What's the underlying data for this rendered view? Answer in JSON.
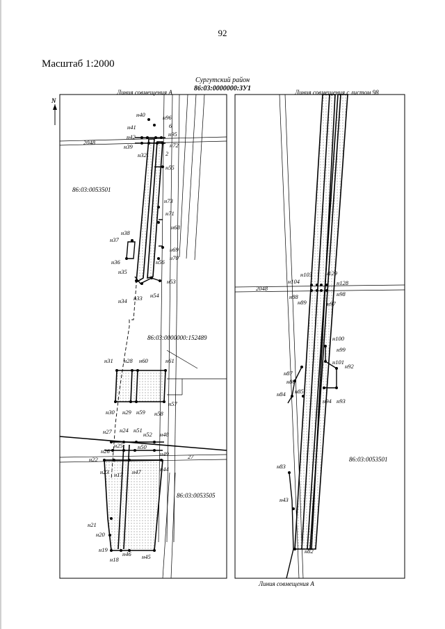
{
  "page_number": "92",
  "scale_label": "Масштаб 1:2000",
  "district": "Сургутский район",
  "plot_number": "86:03:0000000:ЗУ1",
  "left_panel": {
    "top_caption": "Линия совмещения А",
    "parcels": [
      "86:03:0053501",
      "86:03:0000000:152489",
      "86:03:0053505"
    ],
    "north_label": "N",
    "line_labels": [
      "2048",
      "27"
    ],
    "points": [
      "н40",
      "н96",
      "н41",
      "6",
      "н95",
      "н42",
      "н39",
      "н72",
      "н32",
      "2",
      "н55",
      "н73",
      "н71",
      "н38",
      "н68",
      "н37",
      "н69",
      "н36",
      "н56",
      "н70",
      "н35",
      "н53",
      "н34",
      "н33",
      "н54",
      "н31",
      "н28",
      "н60",
      "н61",
      "н30",
      "н29",
      "н59",
      "н58",
      "н57",
      "н27",
      "н24",
      "н51",
      "н52",
      "н48",
      "н25",
      "н26",
      "н50",
      "н49",
      "н22",
      "н23",
      "н17",
      "н47",
      "н44",
      "н21",
      "н20",
      "н19",
      "н18",
      "н46",
      "н45"
    ]
  },
  "right_panel": {
    "top_caption": "Линия совмещения с листом 98",
    "bottom_caption": "Линия совмещения А",
    "parcels": [
      "86:03:0053501"
    ],
    "line_labels": [
      "2048"
    ],
    "points": [
      "н103",
      "н129",
      "н104",
      "н128",
      "н88",
      "н98",
      "н89",
      "н97",
      "н100",
      "н99",
      "н101",
      "н92",
      "н87",
      "н86",
      "н84",
      "н85",
      "н94",
      "н93",
      "н83",
      "н43",
      "н82"
    ]
  }
}
